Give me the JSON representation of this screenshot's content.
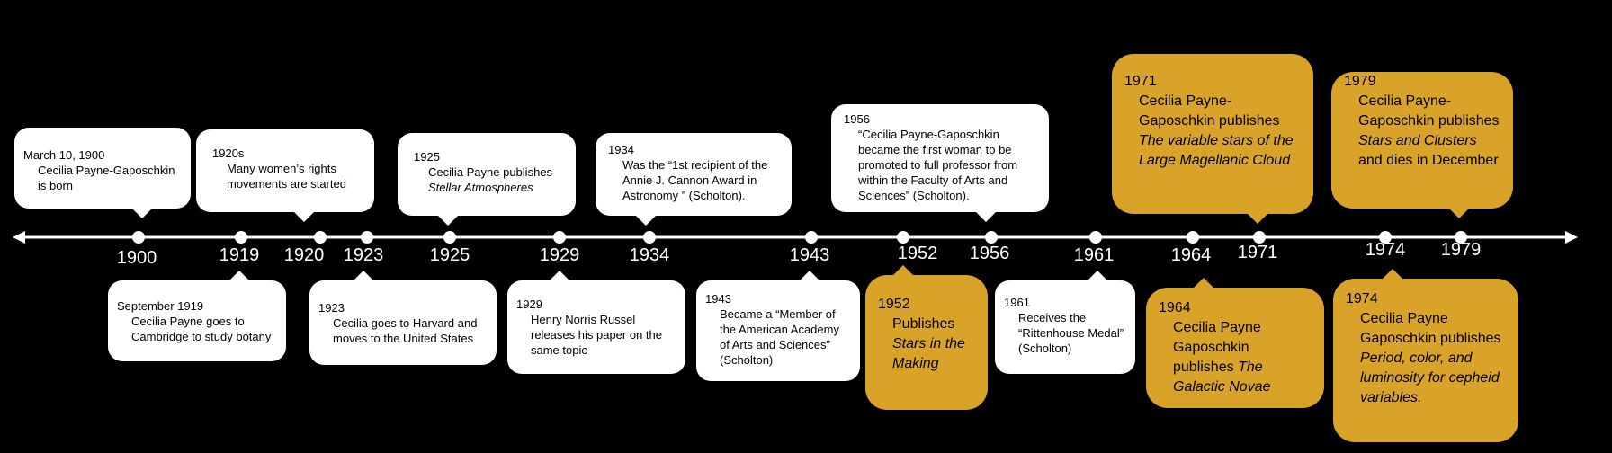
{
  "colors": {
    "line": "#ffffff",
    "gold": "#d9a32a",
    "white_box": "#ffffff",
    "background": "#000000"
  },
  "years": [
    "1900",
    "1919",
    "1920",
    "1923",
    "1925",
    "1929",
    "1934",
    "1943",
    "1952",
    "1956",
    "1961",
    "1964",
    "1971",
    "1974",
    "1979"
  ],
  "events": [
    {
      "id": "e1900",
      "date": "March 10, 1900",
      "desc": "Cecilia Payne-Gaposchkin is born",
      "style": "white",
      "pos": "above"
    },
    {
      "id": "e1919",
      "date": "September 1919",
      "desc": "Cecilia Payne goes to Cambridge to study botany",
      "style": "white",
      "pos": "below"
    },
    {
      "id": "e1920",
      "date": "1920s",
      "desc": "Many women’s rights movements are started",
      "style": "white",
      "pos": "above"
    },
    {
      "id": "e1923",
      "date": "1923",
      "desc": "Cecilia goes to Harvard and moves to the United States",
      "style": "white",
      "pos": "below"
    },
    {
      "id": "e1925",
      "date": "1925",
      "desc_plain": "Cecilia Payne publishes",
      "desc_italic": "Stellar Atmospheres",
      "style": "white",
      "pos": "above"
    },
    {
      "id": "e1929",
      "date": "1929",
      "desc": "Henry Norris Russel releases his paper on the same topic",
      "style": "white",
      "pos": "below"
    },
    {
      "id": "e1934",
      "date": "1934",
      "desc": "Was the “1st recipient of the Annie J. Cannon Award in Astronomy ” (Scholton).",
      "style": "white",
      "pos": "above"
    },
    {
      "id": "e1943",
      "date": "1943",
      "desc": "Became a “Member of the American Academy of Arts and Sciences” (Scholton)",
      "style": "white",
      "pos": "below"
    },
    {
      "id": "e1952",
      "date": "1952",
      "desc_plain": "Publishes",
      "desc_italic": "Stars in the Making",
      "style": "gold",
      "pos": "below"
    },
    {
      "id": "e1956",
      "date": "1956",
      "desc": "“Cecilia Payne-Gaposchkin became the first woman to be promoted to full professor from within the Faculty of Arts and Sciences” (Scholton).",
      "style": "white",
      "pos": "above"
    },
    {
      "id": "e1961",
      "date": "1961",
      "desc": "Receives the “Rittenhouse Medal” (Scholton)",
      "style": "white",
      "pos": "below"
    },
    {
      "id": "e1964",
      "date": "1964",
      "desc_plain": "Cecilia Payne Gaposchkin publishes",
      "desc_italic": "The Galactic Novae",
      "style": "gold",
      "pos": "below"
    },
    {
      "id": "e1971",
      "date": "1971",
      "desc_plain": "Cecilia Payne-Gaposchkin publishes",
      "desc_italic": "The variable stars of the Large Magellanic Cloud",
      "style": "gold",
      "pos": "above"
    },
    {
      "id": "e1974",
      "date": "1974",
      "desc_plain": "Cecilia Payne Gaposchkin publishes",
      "desc_italic": "Period, color, and luminosity for cepheid variables.",
      "style": "gold",
      "pos": "below"
    },
    {
      "id": "e1979",
      "date": "1979",
      "desc_plain": "Cecilia Payne-Gaposchkin publishes",
      "desc_italic": "Stars and Clusters",
      "desc_after": "and dies in December",
      "style": "gold",
      "pos": "above"
    }
  ]
}
